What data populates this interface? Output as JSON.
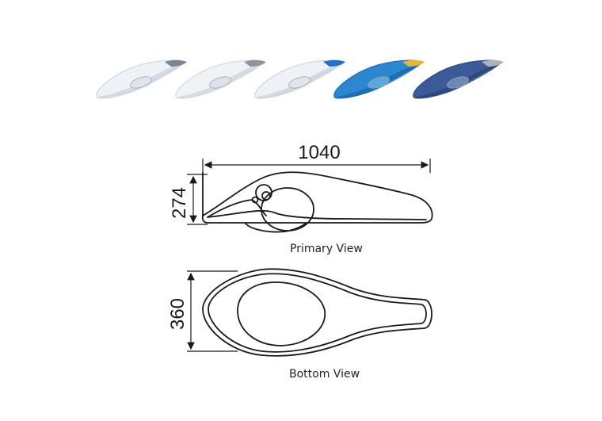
{
  "variants": [
    {
      "label": "lamp-white-grey",
      "body": "#eef2f6",
      "shade": "#c9d2dc",
      "lens": "#dfe5ea",
      "accent": "#7b8590"
    },
    {
      "label": "lamp-white-silver",
      "body": "#f0f3f6",
      "shade": "#cdd4db",
      "lens": "#dde3e8",
      "accent": "#8d949b"
    },
    {
      "label": "lamp-white-blue",
      "body": "#eef2f6",
      "shade": "#c8d1da",
      "lens": "#dfe5ea",
      "accent": "#1e73c8"
    },
    {
      "label": "lamp-blue-yellow",
      "body": "#2d86d0",
      "shade": "#1765ae",
      "lens": "#5aa6df",
      "accent": "#e3b63a"
    },
    {
      "label": "lamp-navy-silver",
      "body": "#3a5b98",
      "shade": "#284479",
      "lens": "#6d88b8",
      "accent": "#a9b3c0"
    }
  ],
  "drawing": {
    "length_dim": "1040",
    "height_dim": "274",
    "width_dim": "360",
    "primary_caption": "Primary View",
    "bottom_caption": "Bottom View",
    "line_color": "#1a1a1a"
  }
}
